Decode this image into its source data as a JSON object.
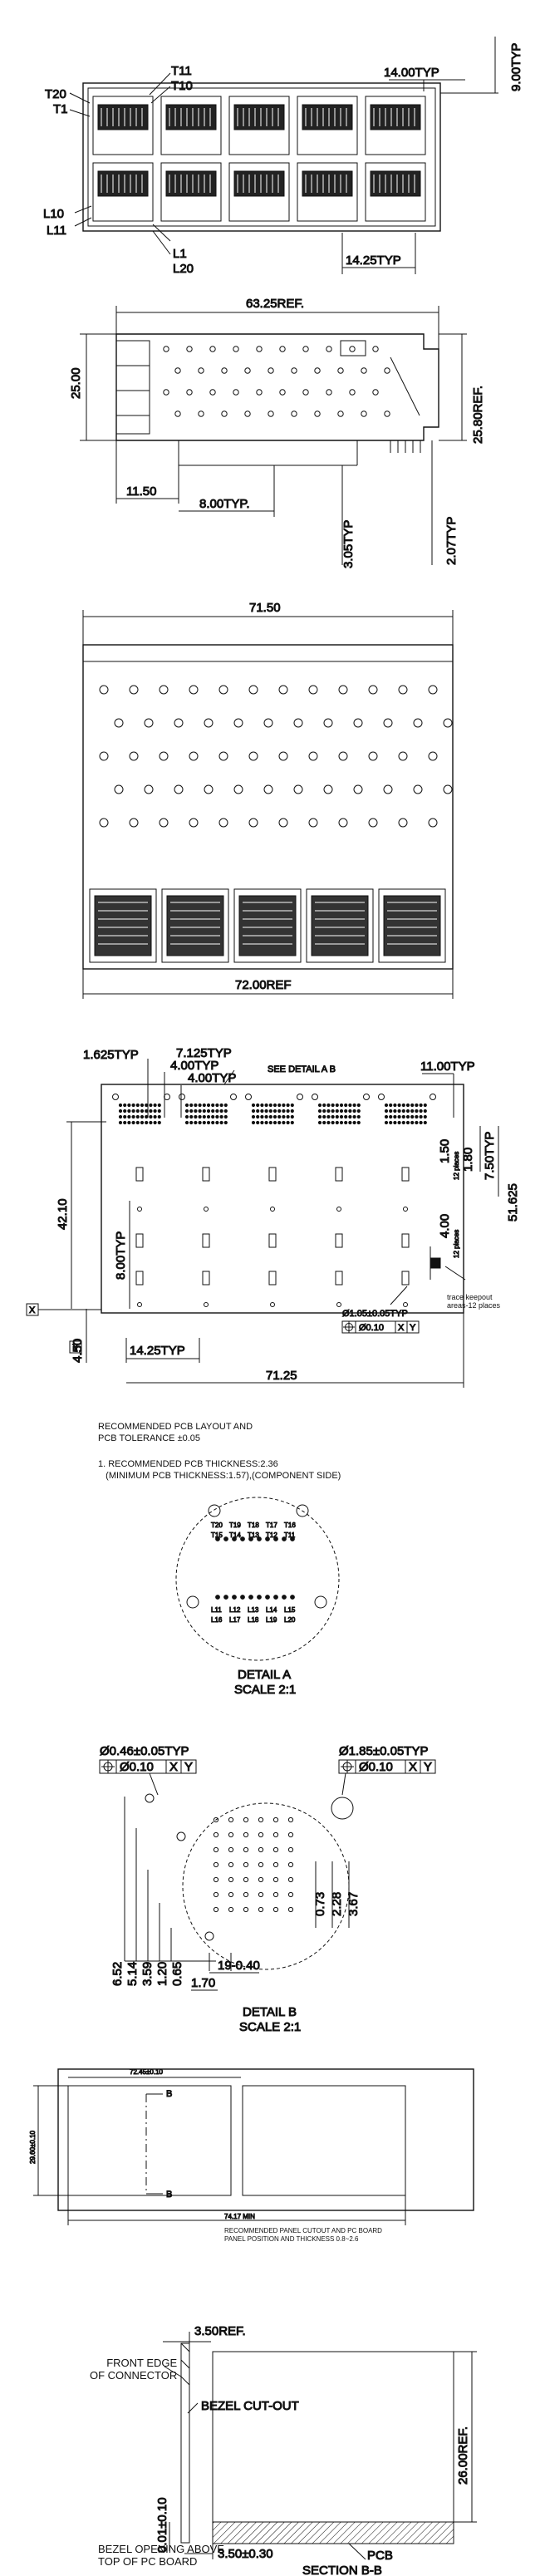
{
  "drawing": {
    "front_view": {
      "dims": {
        "pitch_top": "14.00TYP",
        "height_top": "9.00TYP",
        "pitch_bottom": "14.25TYP",
        "top_left_labels": [
          "T20",
          "T1",
          "T11",
          "T10"
        ],
        "bottom_left_labels": [
          "L10",
          "L11",
          "L1",
          "L20"
        ]
      }
    },
    "side_view": {
      "dims": {
        "length": "63.25REF.",
        "height": "25.00",
        "height_ref": "25.80REF.",
        "left_offset": "11.50",
        "pin_pitch": "8.00TYP.",
        "pin_len": "3.05TYP",
        "tail_len": "2.07TYP"
      }
    },
    "top_view": {
      "dims": {
        "width": "71.50",
        "width_ref": "72.00REF"
      }
    },
    "pcb_layout": {
      "dims": {
        "d1": "1.625TYP",
        "d2": "7.125TYP",
        "d3": "4.00TYP",
        "d4": "4.00TYP",
        "see_detail": "SEE DETAIL A B",
        "d5": "11.00TYP",
        "d6": "7.50TYP",
        "d7": "51.625",
        "d8": "1.50",
        "d8_note": "12 places",
        "d9": "1.80",
        "d10": "4.00",
        "d10_note": "12 places",
        "height": "42.10",
        "d11": "8.00TYP",
        "d12": "4.50",
        "datum_x": "X",
        "datum_y": "Y",
        "pitch": "14.25TYP",
        "hole": "Ø1.05±0.05TYP",
        "hole_tol": "Ø0.10",
        "hole_tol_x": "X",
        "hole_tol_y": "Y",
        "keepout": "trace keepout\nareas-12 places",
        "width": "71.25"
      },
      "note_title": "RECOMMENDED PCB LAYOUT AND\nPCB TOLERANCE ±0.05",
      "note_1": "1. RECOMMENDED PCB THICKNESS:2.36\n   (MINIMUM PCB THICKNESS:1.57),(COMPONENT SIDE)"
    },
    "detail_a": {
      "title": "DETAIL A",
      "scale": "SCALE 2:1",
      "top_labels": [
        "T20",
        "T19",
        "T18",
        "T17",
        "T16",
        "T15",
        "T14",
        "T13",
        "T12",
        "T11"
      ],
      "bottom_labels": [
        "L11",
        "L12",
        "L13",
        "L14",
        "L15",
        "L16",
        "L17",
        "L18",
        "L19",
        "L20"
      ]
    },
    "detail_b": {
      "title": "DETAIL B",
      "scale": "SCALE 2:1",
      "small_hole": "Ø0.46±0.05TYP",
      "large_hole": "Ø1.85±0.05TYP",
      "tol_small": "Ø0.10",
      "tol_large": "Ø0.10",
      "tol_x": "X",
      "tol_y": "Y",
      "dims": [
        "6.52",
        "5.14",
        "3.59",
        "1.20",
        "0.65",
        "0.73",
        "2.28",
        "3.67",
        "19-0.40",
        "1.70"
      ]
    },
    "panel": {
      "dim_top": "72.45±0.10",
      "dim_side": "29.60±0.10",
      "dim_min": "74.17 MIN",
      "section_b": "B",
      "note": "RECOMMENDED PANEL CUTOUT AND PC BOARD\nPANEL POSITION AND THICKNESS 0.8~2.6"
    },
    "section_bb": {
      "d_ref": "3.50REF.",
      "front_edge": "FRONT EDGE\nOF CONNECTOR",
      "bezel": "BEZEL CUT-OUT",
      "height_ref": "26.00REF.",
      "d_min": "0.01±0.10",
      "d_pcb": "3.50±0.30",
      "pcb": "PCB",
      "title": "SECTION B-B",
      "footer": "BEZEL OPENING ABOVE\nTOP OF PC BOARD"
    }
  }
}
